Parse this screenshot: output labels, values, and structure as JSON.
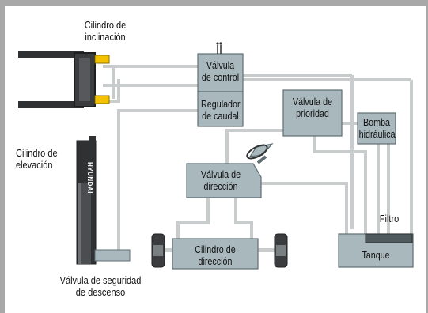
{
  "labels": {
    "tilt_cylinder": [
      "Cilindro de",
      "inclinación"
    ],
    "lift_cylinder": [
      "Cilindro de",
      "elevación"
    ],
    "control_valve": [
      "Válvula",
      "de control"
    ],
    "flow_regulator": [
      "Regulador",
      "de caudal"
    ],
    "priority_valve": [
      "Válvula de",
      "prioridad"
    ],
    "hydraulic_pump": [
      "Bomba",
      "hidráulica"
    ],
    "steering_valve": [
      "Válvula de",
      "dirección"
    ],
    "steering_cylinder": [
      "Cilindro de",
      "dirección"
    ],
    "filter": "Filtro",
    "tank": "Tanque",
    "safety_valve": [
      "Válvula de seguridad",
      "de descenso"
    ],
    "mast_brand": "HYUNDAI"
  },
  "colors": {
    "component_fill": "#a9b8bd",
    "component_stroke": "#5e6e73",
    "line": "#c9cccd",
    "frame": "#a8a8a8",
    "cylinder_accent": "#f2c200",
    "machinery_dark": "#2f3133"
  }
}
